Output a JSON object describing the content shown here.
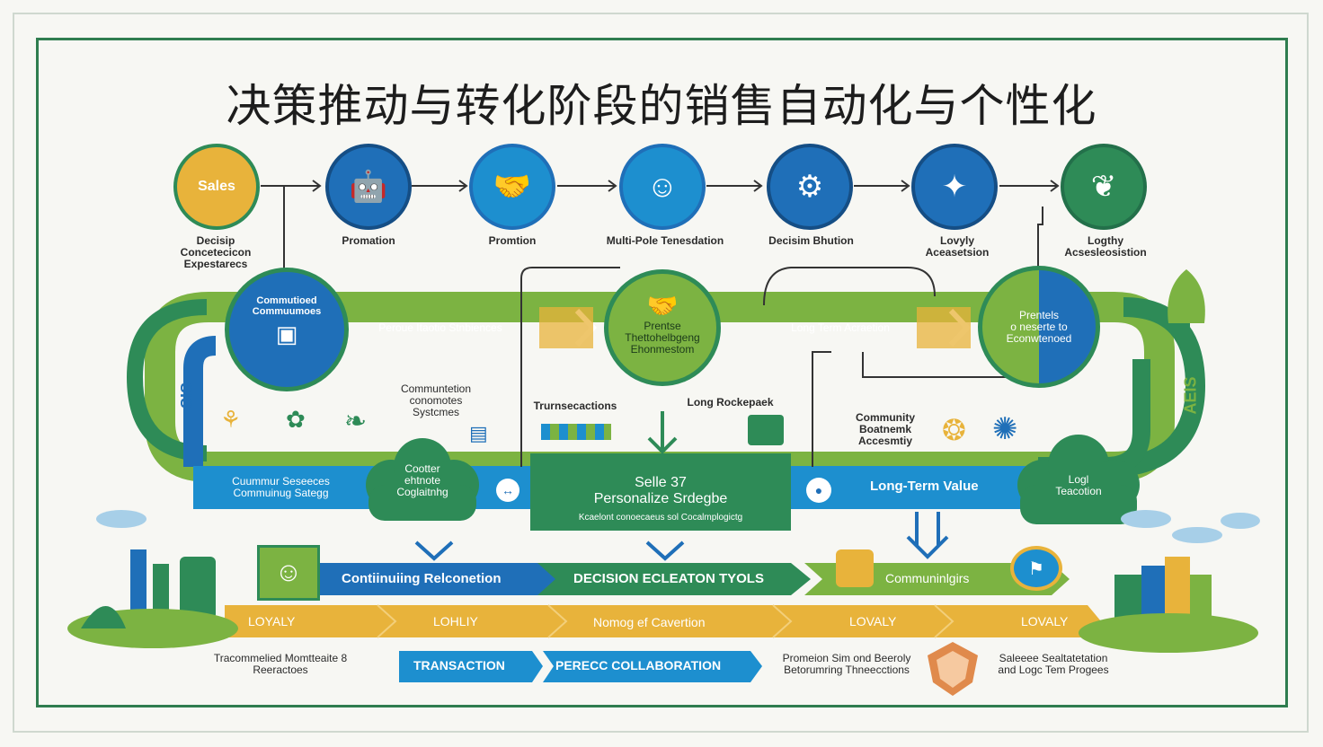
{
  "title": "决策推动与转化阶段的销售自动化与个性化",
  "top_row": [
    {
      "icon_text": "Sales",
      "label": "Decisip\nConcetecicon\nExpestarecs",
      "icon": "sales-icon"
    },
    {
      "label": "Promation",
      "icon": "robot-icon"
    },
    {
      "label": "Promtion",
      "icon": "handshake-icon"
    },
    {
      "label": "Multi-Pole Tenesdation",
      "icon": "person-icon"
    },
    {
      "label": "Decisim Bhution",
      "icon": "network-icon"
    },
    {
      "label": "Lovyly\nAceasetsion",
      "icon": "people-network-icon"
    },
    {
      "label": "Logthy\nAcsesleosistion",
      "icon": "leaf-icon"
    }
  ],
  "hub_left": {
    "label": "Commutioed\nCommuumoes"
  },
  "hub_center": {
    "label": "Prentse\nThettohelbgeng\nEhonmestom"
  },
  "hub_right": {
    "label": "Prentels\no neserte to\nEconwtenoed"
  },
  "band_labels": {
    "green_left": "Peroue Itaotio Stnbiences",
    "green_right": "Long Term Acraetion",
    "blue_left": "Cuummur Seseeces\nCommuinug Sategg",
    "blue_right": "Long-Term Value"
  },
  "mid_labels": {
    "communication": "Communtetion\nconomotes\nSystcmes",
    "transactions": "Trurnsecactions",
    "long_rockepack": "Long Rockepaek",
    "community": "Community\nBoatnemk\nAccesmtiy",
    "cloud_left": "Cootter\nehtnote\nCoglaitnhg",
    "cloud_right": "Logl\nTeacotion",
    "vertical_left": "SIS",
    "vertical_right": "AEIS"
  },
  "center_box": {
    "title": "Selle 37\nPersonalize Srdegbe",
    "subtitle": "Kcaelont conoecaeus sol Cocalmplogictg"
  },
  "arrow_bands": [
    {
      "label": "Contiinuiing Relconetion"
    },
    {
      "label": "DECISION ECLEATON TYOLS"
    },
    {
      "label": "Communinlgirs"
    }
  ],
  "loyalty_band": [
    "LOYALY",
    "LOHLIY",
    "Nomog ef Cavertion",
    "LOVALY",
    "LOVALY"
  ],
  "bottom": {
    "left_text": "Tracommelied Momtteaite 8\nReeractoes",
    "button1": "TRANSACTION",
    "button2": "PERECC COLLABORATION",
    "mid_text": "Promeion Sim ond Beeroly\nBetorumring Thneecctions",
    "right_text": "Saleeee Sealtatetation\nand Logc Tem Progees"
  },
  "colors": {
    "green": "#2e8b57",
    "lime": "#7cb342",
    "blue": "#1f6fb8",
    "sky": "#1d8fcf",
    "yellow": "#e8b33b",
    "orange": "#e08a4c"
  }
}
